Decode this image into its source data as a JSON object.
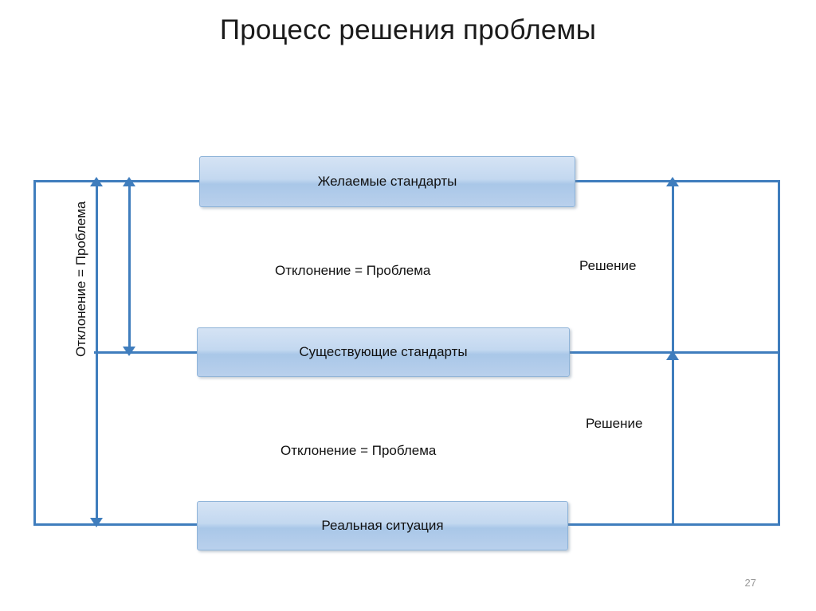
{
  "slide": {
    "title": "Процесс решения проблемы",
    "page_number": "27",
    "accent_color": "#3f7dbd",
    "box_fill_color": "#c3d8f0",
    "box_border_color": "#8fb4d9"
  },
  "boxes": [
    {
      "id": "desired",
      "label": "Желаемые стандарты"
    },
    {
      "id": "existing",
      "label": "Существующие стандарты"
    },
    {
      "id": "real",
      "label": "Реальная ситуация"
    }
  ],
  "labels": {
    "left_vertical": "Отклонение = Проблема",
    "deviation_top": "Отклонение = Проблема",
    "deviation_bottom": "Отклонение = Проблема",
    "solution_top": "Решение",
    "solution_bottom": "Решение"
  }
}
